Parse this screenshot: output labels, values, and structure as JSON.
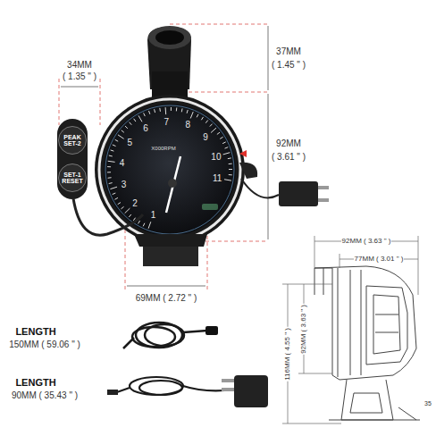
{
  "diagram": {
    "nodes": [
      {
        "text": [
          "PEAK SET-2"
        ]
      },
      {
        "text": [
          "SET-1 RESET"
        ]
      }
    ],
    "labels": [
      "34MM",
      "( 1.35 \" )",
      "37MM",
      "( 1.45 \" )",
      "92MM",
      "( 3.61 \" )",
      "69MM ( 2.72 \" )",
      "92MM ( 3.63 \" )",
      "77MM ( 3.01 \" )",
      "92MM ( 3.63 \" )",
      "116MM ( 4.55 \" )",
      "35",
      "LENGTH",
      "150MM ( 59.06 \" )",
      "LENGTH",
      "90MM ( 35.43 \" )",
      "X000RPM",
      "1",
      "2",
      "3",
      "4",
      "5",
      "6",
      "7",
      "8",
      "9",
      "10",
      "11"
    ]
  }
}
